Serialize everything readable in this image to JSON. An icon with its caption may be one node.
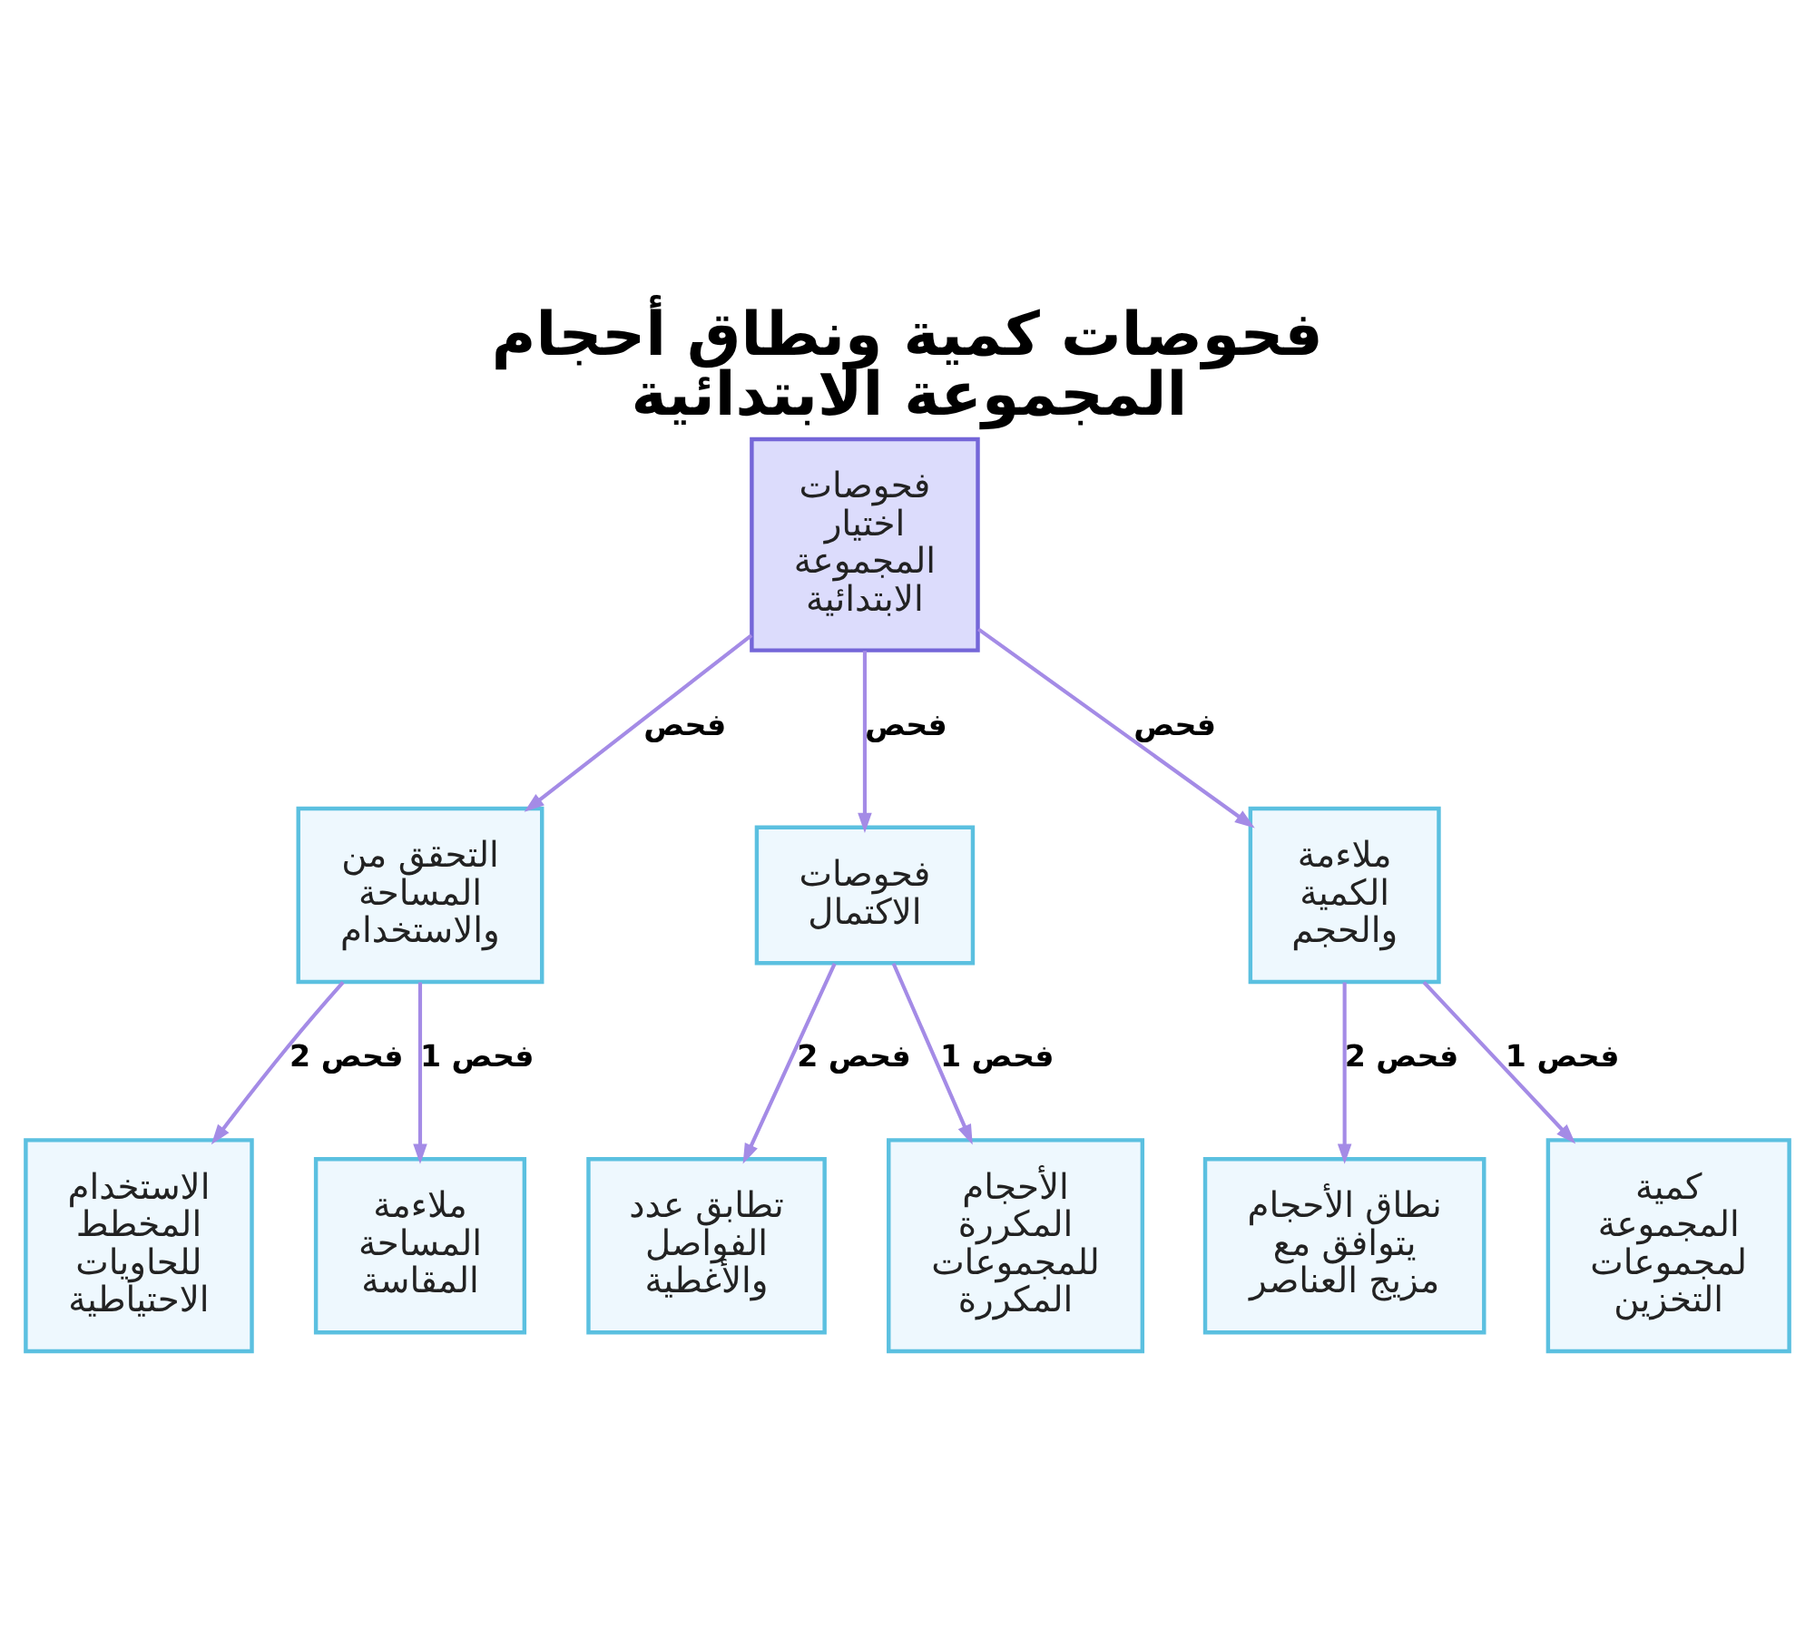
{
  "diagram": {
    "title": "فحوصات كمية ونطاق أحجام المجموعة الابتدائية",
    "nodes": [
      {
        "text": [
          "فحوصات اختيار المجموعة الابتدائية"
        ]
      },
      {
        "text": [
          "ملاءمة الكمية والحجم"
        ]
      },
      {
        "text": [
          "فحوصات الاكتمال"
        ]
      },
      {
        "text": [
          "التحقق من المساحة والاستخدام"
        ]
      },
      {
        "text": [
          "كمية المجموعة لمجموعات التخزين"
        ]
      },
      {
        "text": [
          "نطاق الأحجام يتوافق مع مزيج العناصر"
        ]
      },
      {
        "text": [
          "الأحجام المكررة للمجموعات المكررة"
        ]
      },
      {
        "text": [
          "تطابق عدد الفواصل والأغطية"
        ]
      },
      {
        "text": [
          "ملاءمة المساحة المقاسة"
        ]
      },
      {
        "text": [
          "الاستخدام المخطط للحاويات الاحتياطية"
        ]
      }
    ],
    "edges": [
      {
        "from": 0,
        "to": 1,
        "arrow": "to",
        "label": "فحص"
      },
      {
        "from": 0,
        "to": 2,
        "arrow": "to",
        "label": "فحص"
      },
      {
        "from": 0,
        "to": 3,
        "arrow": "to",
        "label": "فحص"
      },
      {
        "from": 1,
        "to": 4,
        "arrow": "to",
        "label": "فحص 1"
      },
      {
        "from": 1,
        "to": 5,
        "arrow": "to",
        "label": "فحص 2"
      },
      {
        "from": 2,
        "to": 6,
        "arrow": "to",
        "label": "فحص 1"
      },
      {
        "from": 2,
        "to": 7,
        "arrow": "to",
        "label": "فحص 2"
      },
      {
        "from": 3,
        "to": 8,
        "arrow": "to",
        "label": "فحص 1"
      },
      {
        "from": 3,
        "to": 9,
        "arrow": "to",
        "label": "فحص 2"
      }
    ]
  }
}
